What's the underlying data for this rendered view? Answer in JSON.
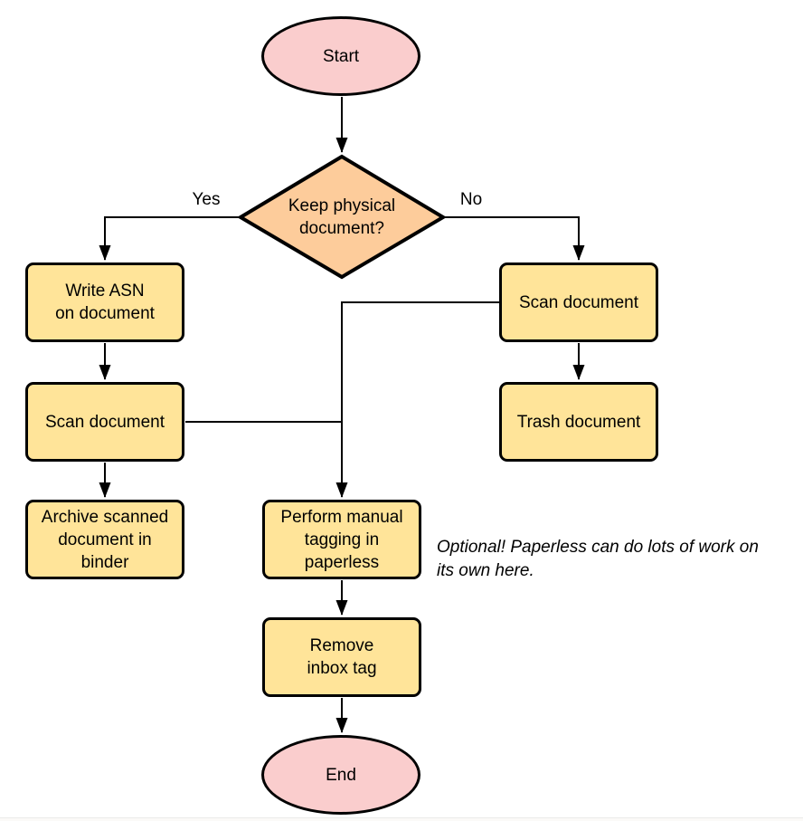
{
  "diagram": {
    "type": "flowchart",
    "colors": {
      "terminator_fill": "#FACDCD",
      "decision_fill": "#FDCC9B",
      "process_fill": "#FFE499",
      "stroke": "#000000",
      "text": "#000000"
    },
    "nodes": {
      "start": {
        "shape": "terminator",
        "lines": [
          "Start"
        ]
      },
      "decision": {
        "shape": "decision",
        "lines": [
          "Keep physical",
          "document?"
        ]
      },
      "write_asn": {
        "shape": "process",
        "lines": [
          "Write ASN",
          "on document"
        ]
      },
      "scan_left": {
        "shape": "process",
        "lines": [
          "Scan document"
        ]
      },
      "archive": {
        "shape": "process",
        "lines": [
          "Archive scanned",
          "document in",
          "binder"
        ]
      },
      "scan_right": {
        "shape": "process",
        "lines": [
          "Scan document"
        ]
      },
      "trash": {
        "shape": "process",
        "lines": [
          "Trash document"
        ]
      },
      "tagging": {
        "shape": "process",
        "lines": [
          "Perform manual",
          "tagging in",
          "paperless"
        ]
      },
      "remove_inbox": {
        "shape": "process",
        "lines": [
          "Remove",
          "inbox tag"
        ]
      },
      "end": {
        "shape": "terminator",
        "lines": [
          "End"
        ]
      }
    },
    "edge_labels": {
      "yes": "Yes",
      "no": "No"
    },
    "note": {
      "lines": [
        "Optional! Paperless can do lots of work on",
        "its own here."
      ]
    },
    "edges": [
      {
        "from": "start",
        "to": "decision"
      },
      {
        "from": "decision",
        "to": "write_asn",
        "label": "Yes"
      },
      {
        "from": "decision",
        "to": "scan_right",
        "label": "No"
      },
      {
        "from": "write_asn",
        "to": "scan_left"
      },
      {
        "from": "scan_left",
        "to": "archive"
      },
      {
        "from": "scan_left",
        "to": "tagging"
      },
      {
        "from": "scan_right",
        "to": "trash"
      },
      {
        "from": "scan_right",
        "to": "tagging"
      },
      {
        "from": "tagging",
        "to": "remove_inbox"
      },
      {
        "from": "remove_inbox",
        "to": "end"
      }
    ]
  }
}
